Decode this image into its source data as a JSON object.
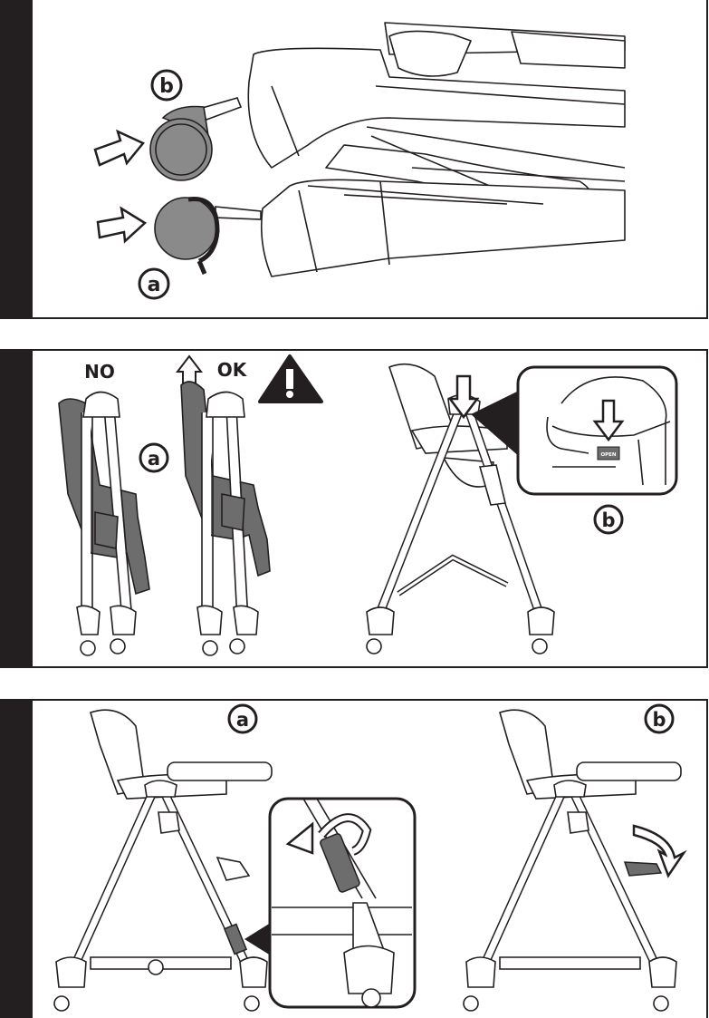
{
  "colors": {
    "ink": "#231f20",
    "grey": "#8a8a8a",
    "dark_grey": "#6d6d6d",
    "paper": "#ffffff"
  },
  "panel1": {
    "callout_b": "b",
    "callout_a": "a"
  },
  "panel2": {
    "no_label": "NO",
    "ok_label": "OK",
    "callout_a": "a",
    "callout_b": "b",
    "warning_icon": "warning-triangle-icon",
    "open_label": "OPEN"
  },
  "panel3": {
    "callout_a": "a",
    "callout_b": "b"
  }
}
